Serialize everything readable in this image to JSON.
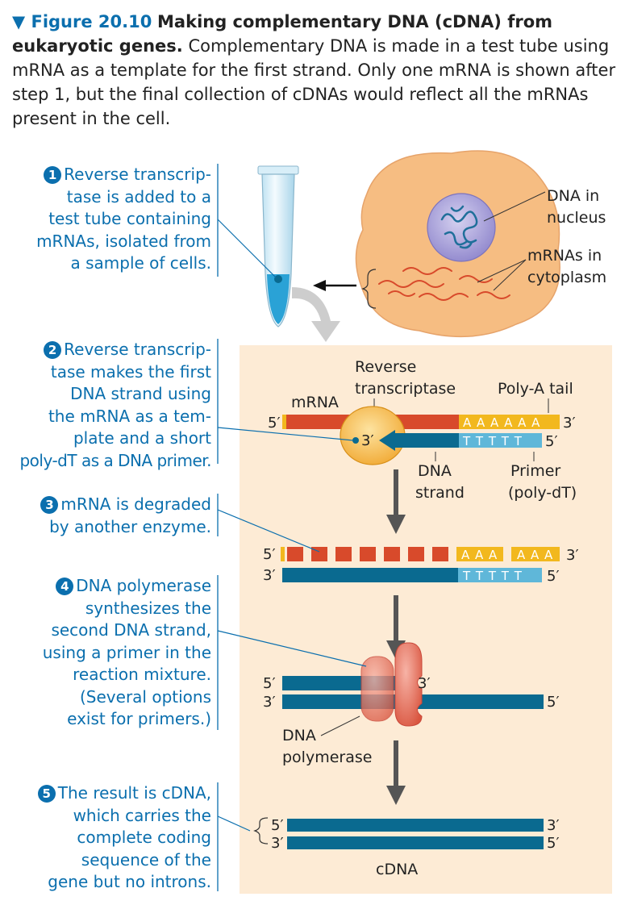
{
  "caption": {
    "marker": "▼",
    "fig_num": "Figure 20.10",
    "title": "Making complementary DNA (cDNA) from eukaryotic genes.",
    "body": "Complementary DNA is made in a test tube using mRNA as a template for the first strand. Only one mRNA is shown after step 1, but the final collection of cDNAs would reflect all the mRNAs present in the cell."
  },
  "steps": [
    {
      "num": "1",
      "lines": [
        "Reverse transcrip-",
        "tase is added to a",
        "test tube containing",
        "mRNAs, isolated from",
        "a sample of cells."
      ]
    },
    {
      "num": "2",
      "lines": [
        "Reverse transcrip-",
        "tase makes the first",
        "DNA strand using",
        "the mRNA as a tem-",
        "plate and a short",
        "poly-dT as a DNA primer."
      ]
    },
    {
      "num": "3",
      "lines": [
        "mRNA is degraded",
        "by another enzyme."
      ]
    },
    {
      "num": "4",
      "lines": [
        "DNA polymerase",
        "synthesizes the",
        "second DNA strand,",
        "using a primer in the",
        "reaction mixture.",
        "(Several options",
        "exist for primers.)"
      ]
    },
    {
      "num": "5",
      "lines": [
        "The result is cDNA,",
        "which carries the",
        "complete coding",
        "sequence of the",
        "gene but no introns."
      ]
    }
  ],
  "labels": {
    "dna_in": "DNA in",
    "nucleus": "nucleus",
    "mrnas_in": "mRNAs in",
    "cytoplasm": "cytoplasm",
    "reverse": "Reverse",
    "transcriptase": "transcriptase",
    "polya_tail": "Poly-A tail",
    "mrna": "mRNA",
    "dna": "DNA",
    "strand": "strand",
    "primer": "Primer",
    "polydt": "(poly-dT)",
    "dna_poly_1": "DNA",
    "dna_poly_2": "polymerase",
    "cdna": "cDNA",
    "five_prime": "5′",
    "three_prime": "3′",
    "a6": "A A A A A A",
    "t5": "T T T T T",
    "a3": "A A A"
  },
  "colors": {
    "dna_blue": "#0a6a90",
    "mrna_red": "#d84a2b",
    "polya_yellow": "#f2b81e",
    "primer_light": "#5fb7d9",
    "panel_bg": "#fdebd5",
    "step_blue": "#0b6fae",
    "cell_orange": "#f6bd82",
    "nucleus_purple": "#a49bd6",
    "enzyme_orange": "#f3b240",
    "polymerase_red": "#e57468"
  }
}
